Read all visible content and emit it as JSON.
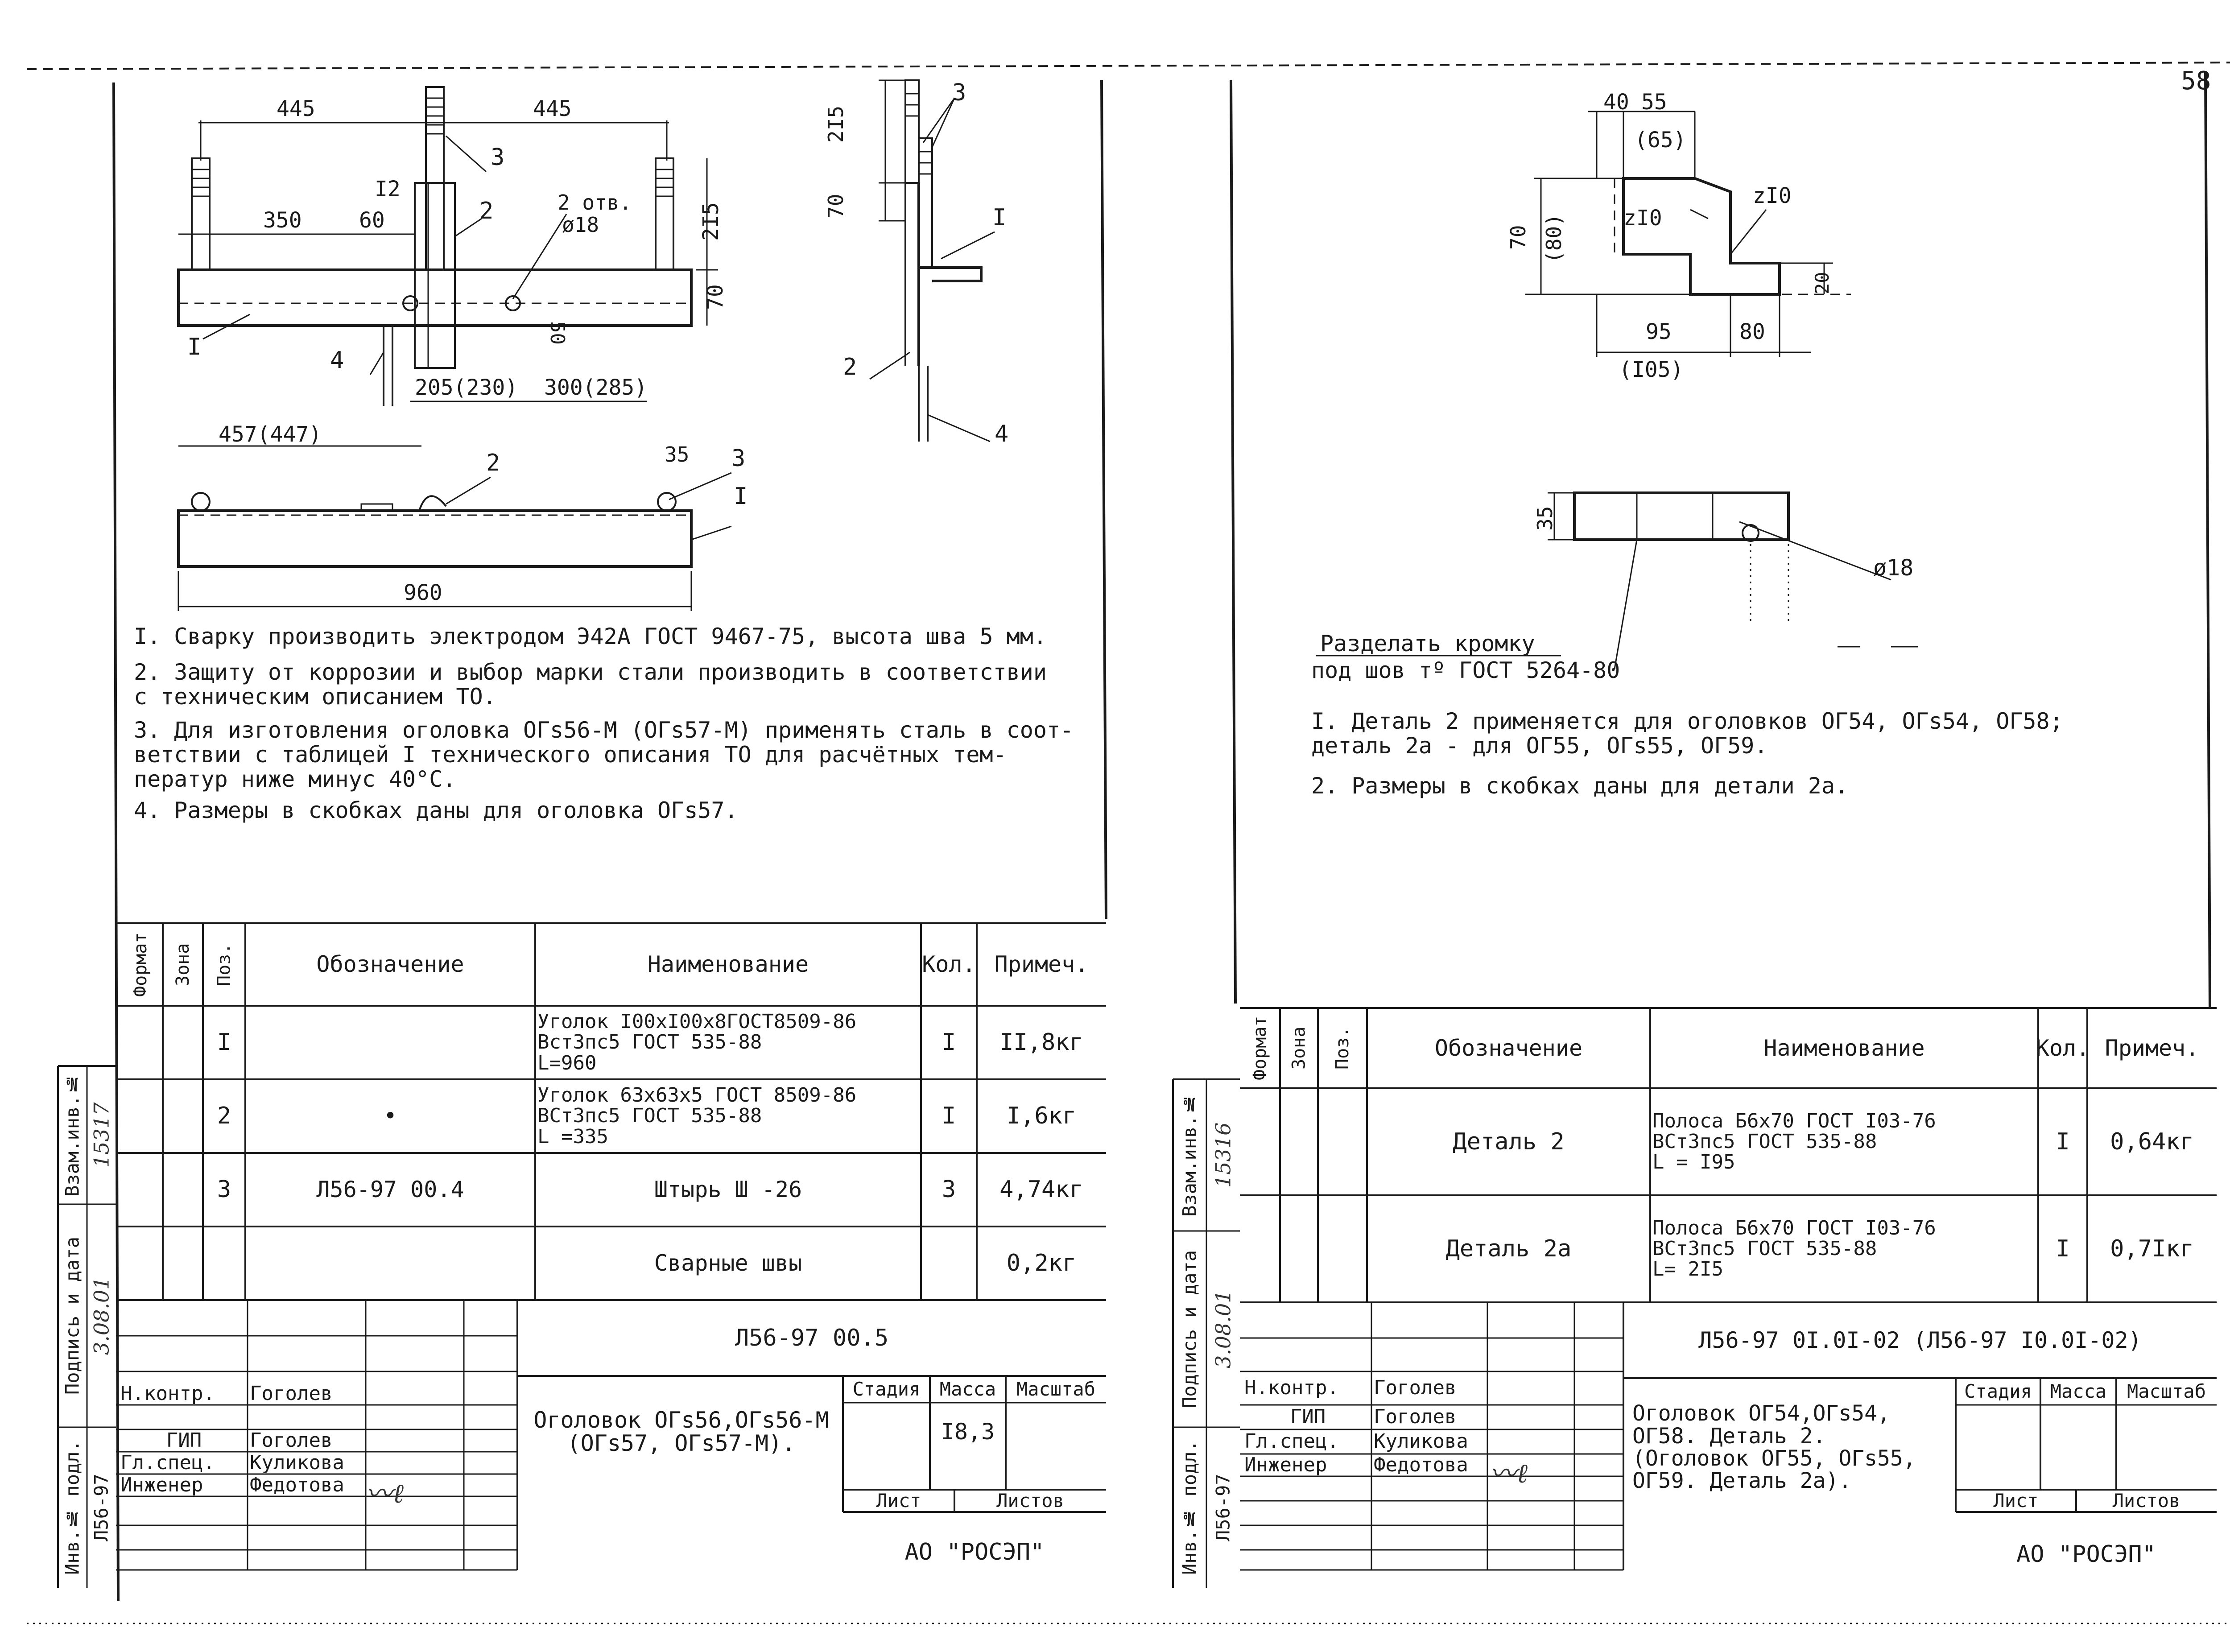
{
  "page": {
    "sheet_number": "58"
  },
  "left": {
    "drawing": {
      "dims": {
        "d445a": "445",
        "d445b": "445",
        "d215": "2I5",
        "d70": "70",
        "d350": "350",
        "d60": "60",
        "d12": "I2",
        "d50": "50",
        "d205": "205(230)",
        "d300": "300(285)",
        "d457": "457(447)",
        "d35": "35",
        "d960": "960",
        "side_215": "2I5",
        "side_70": "70"
      },
      "callouts": {
        "p1": "I",
        "p2": "2",
        "p3": "3",
        "p4": "4",
        "holes": "2 отв.",
        "hole_dia": "ø18",
        "b_p1": "I",
        "b_p2": "2",
        "b_p3": "3",
        "s_p1": "I",
        "s_p2": "2",
        "s_p3": "3",
        "s_p4": "4"
      }
    },
    "notes": [
      "I. Сварку производить электродом Э42А ГОСТ 9467-75, высота шва 5 мм.",
      "2. Защиту от коррозии и выбор марки стали производить в соответствии\n    с техническим описанием ТО.",
      "3. Для изготовления оголовка ОГs56-М (ОГs57-М) применять сталь в соот-\n    ветствии с таблицей I технического описания ТО для расчётных тем-\n    ператур ниже минус 40°С.",
      "4. Размеры в скобках даны для оголовка ОГs57."
    ],
    "spec": {
      "headers": {
        "format": "Формат",
        "zone": "Зона",
        "pos": "Поз.",
        "designation": "Обозначение",
        "name": "Наименование",
        "qty": "Кол.",
        "note": "Примеч."
      },
      "rows": [
        {
          "pos": "I",
          "designation": "",
          "name": "Уголок I00xI00x8ГОСТ8509-86\n             Вст3пс5 ГОСТ 535-88\nL=960",
          "qty": "I",
          "note": "II,8кг"
        },
        {
          "pos": "2",
          "designation": "•",
          "name": "Уголок 63x63x5 ГОСТ 8509-86\n             ВСт3пс5 ГОСТ 535-88\nL =335",
          "qty": "I",
          "note": "I,6кг"
        },
        {
          "pos": "3",
          "designation": "Л56-97 00.4",
          "name": "Штырь Ш -26",
          "qty": "3",
          "note": "4,74кг"
        },
        {
          "pos": "",
          "designation": "",
          "name": "Сварные швы",
          "qty": "",
          "note": "0,2кг"
        }
      ]
    },
    "title_block": {
      "code": "Л56-97 00.5",
      "title": "Оголовок ОГs56,ОГs56-М\n(ОГs57, ОГs57-М).",
      "stage_label": "Стадия",
      "mass_label": "Масса",
      "scale_label": "Масштаб",
      "mass_value": "I8,3",
      "sheet_label": "Лист",
      "sheets_label": "Листов",
      "org": "АО \"РОСЭП\"",
      "roles": [
        {
          "role": "Н.контр.",
          "name": "Гоголев"
        },
        {
          "role": "ГИП",
          "name": "Гоголев"
        },
        {
          "role": "Гл.спец.",
          "name": "Куликова"
        },
        {
          "role": "Инженер",
          "name": "Федотова"
        }
      ]
    },
    "side_stamp": {
      "inv_label": "Инв.№ подл.",
      "inv_value": "Л56-97",
      "sign_label": "Подпись и дата",
      "sign_value": "3.08.01",
      "replace_label": "Взам.инв.№",
      "replace_value": "15317"
    }
  },
  "right": {
    "drawing": {
      "dims": {
        "d40": "40",
        "d55": "55",
        "d65": "(65)",
        "d70": "70",
        "d80p": "(80)",
        "r10a": "zI0",
        "r10b": "zI0",
        "d20": "20",
        "d95": "95",
        "d80": "80",
        "d105": "(I05)",
        "d35": "35",
        "hole": "ø18"
      },
      "edge_label": "Разделать  кромку",
      "edge_label2": "под шов тº ГОСТ 5264-80"
    },
    "notes": [
      "I. Деталь 2 применяется для оголовков ОГ54, ОГs54, ОГ58;\n    деталь 2а - для ОГ55, ОГs55, ОГ59.",
      "2. Размеры в скобках даны для детали 2а."
    ],
    "spec": {
      "headers": {
        "format": "Формат",
        "zone": "Зона",
        "pos": "Поз.",
        "designation": "Обозначение",
        "name": "Наименование",
        "qty": "Кол.",
        "note": "Примеч."
      },
      "rows": [
        {
          "pos": "",
          "designation": "Деталь 2",
          "name": "Полоса Б6x70 ГОСТ I03-76\n              ВСт3пс5 ГОСТ 535-88\nL = I95",
          "qty": "I",
          "note": "0,64кг"
        },
        {
          "pos": "",
          "designation": "Деталь 2а",
          "name": "Полоса Б6x70 ГОСТ I03-76\n              ВСт3пс5 ГОСТ 535-88\nL= 2I5",
          "qty": "I",
          "note": "0,7Iкг"
        }
      ]
    },
    "title_block": {
      "code": "Л56-97 0I.0I-02 (Л56-97 I0.0I-02)",
      "title": "Оголовок ОГ54,ОГs54,\nОГ58. Деталь 2.\n(Оголовок ОГ55, ОГs55,\nОГ59. Деталь 2а).",
      "stage_label": "Стадия",
      "mass_label": "Масса",
      "scale_label": "Масштаб",
      "sheet_label": "Лист",
      "sheets_label": "Листов",
      "org": "АО \"РОСЭП\"",
      "roles": [
        {
          "role": "Н.контр.",
          "name": "Гоголев"
        },
        {
          "role": "ГИП",
          "name": "Гоголев"
        },
        {
          "role": "Гл.спец.",
          "name": "Куликова"
        },
        {
          "role": "Инженер",
          "name": "Федотова"
        }
      ]
    },
    "side_stamp": {
      "inv_label": "Инв.№ подл.",
      "inv_value": "Л56-97",
      "sign_label": "Подпись и дата",
      "sign_value": "3.08.01",
      "replace_label": "Взам.инв.№",
      "replace_value": "15316"
    }
  }
}
